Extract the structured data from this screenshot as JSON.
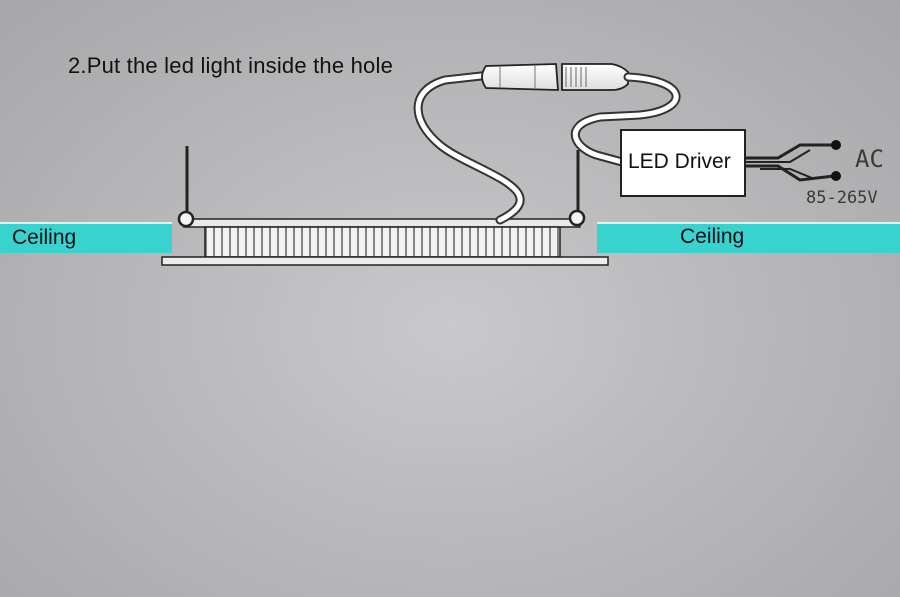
{
  "instruction": "2.Put the led light inside the hole",
  "ceiling_left": "Ceiling",
  "ceiling_right": "Ceiling",
  "driver_label": "LED Driver",
  "ac_label": "AC",
  "voltage_label": "85-265V",
  "colors": {
    "ceiling": "#39d3cf",
    "background": "#b9b9bb",
    "line": "#1a1a1a"
  },
  "icons": [
    "led-panel-light",
    "connector-plug",
    "led-driver-box",
    "spring-clip",
    "ac-terminal"
  ]
}
